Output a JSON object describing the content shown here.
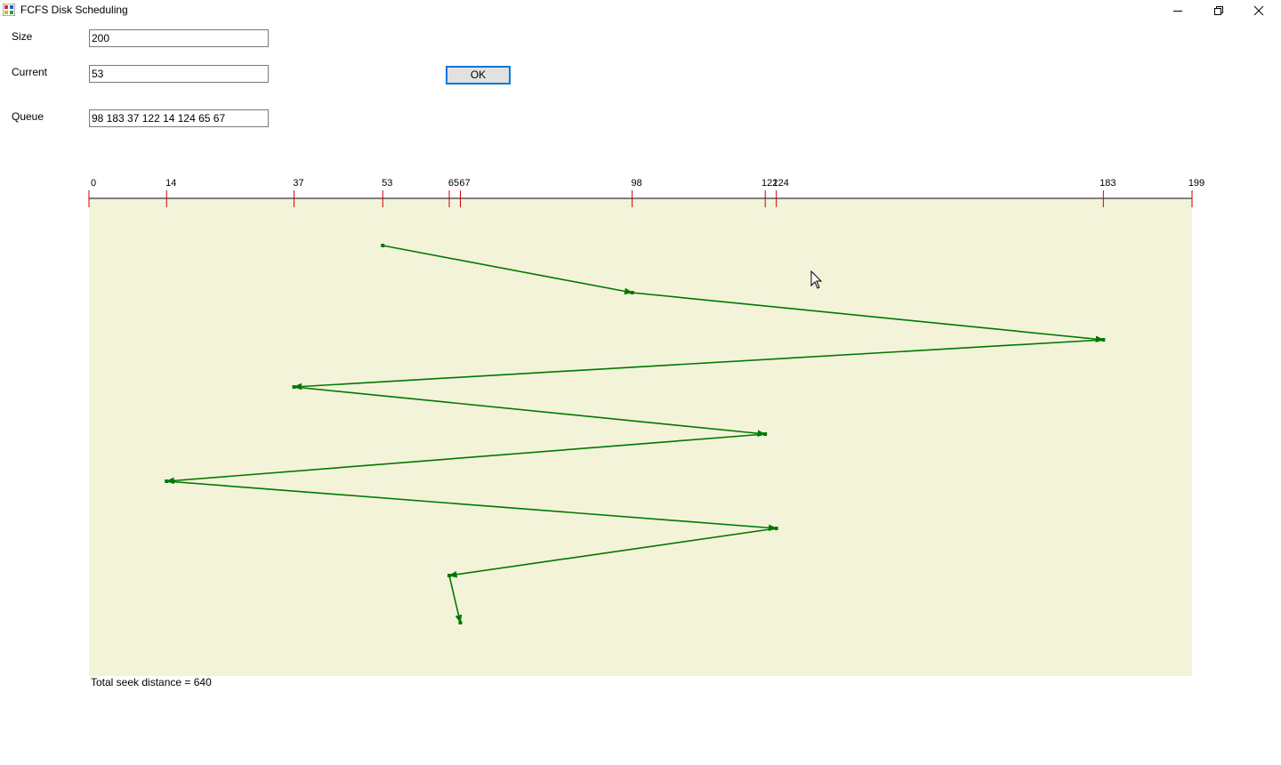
{
  "window": {
    "title": "FCFS Disk Scheduling"
  },
  "form": {
    "size_label": "Size",
    "size_value": "200",
    "current_label": "Current",
    "current_value": "53",
    "queue_label": "Queue",
    "queue_value": "98 183 37 122 14 124 65 67",
    "ok_label": "OK"
  },
  "chart_data": {
    "type": "line",
    "title": "",
    "xlabel": "",
    "ylabel": "",
    "xlim": [
      0,
      199
    ],
    "tick_labels": [
      "0",
      "14",
      "37",
      "53",
      "65",
      "67",
      "98",
      "122",
      "124",
      "183",
      "199"
    ],
    "ticks": [
      0,
      14,
      37,
      53,
      65,
      67,
      98,
      122,
      124,
      183,
      199
    ],
    "sequence": [
      53,
      98,
      183,
      37,
      122,
      14,
      124,
      65,
      67
    ],
    "colors": {
      "axis": "#000000",
      "tick": "#cc0000",
      "path": "#007800",
      "background": "#f3f3da"
    }
  },
  "result": {
    "total_seek_text": "Total seek distance = 640"
  }
}
